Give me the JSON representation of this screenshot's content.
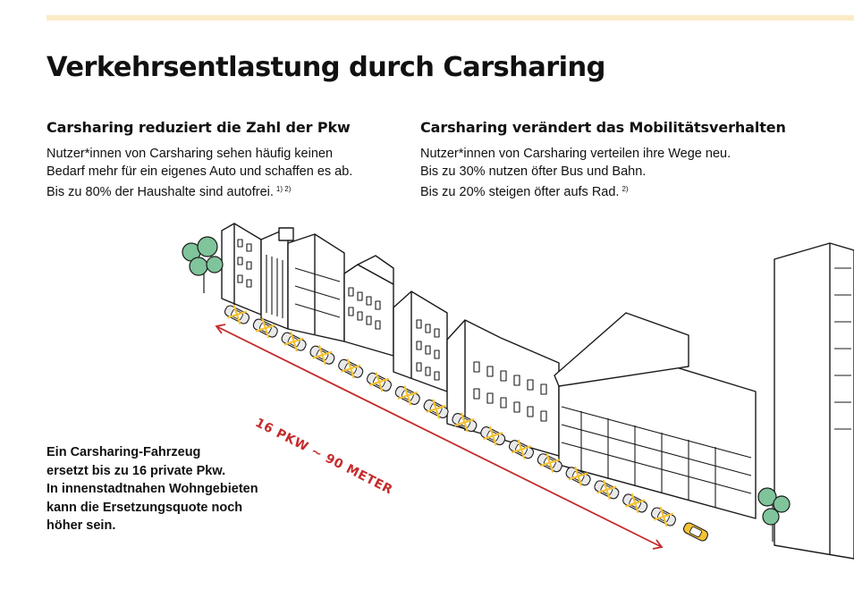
{
  "title": "Verkehrsentlastung durch Carsharing",
  "left": {
    "heading": "Carsharing reduziert die Zahl der Pkw",
    "lines": [
      "Nutzer*innen von Carsharing sehen häufig keinen",
      "Bedarf mehr für ein eigenes Auto und schaffen es ab.",
      "Bis zu 80% der Haushalte sind autofrei."
    ],
    "footnote": "1) 2)"
  },
  "right": {
    "heading": "Carsharing verändert das Mobilitätsverhalten",
    "lines": [
      "Nutzer*innen von Carsharing verteilen ihre Wege neu.",
      "Bis zu 30% nutzen öfter Bus und Bahn.",
      "Bis zu 20% steigen öfter aufs Rad."
    ],
    "footnote": "2)"
  },
  "callout": [
    "Ein Carsharing-Fahrzeug",
    "ersetzt bis zu 16 private Pkw.",
    "In innenstadtnahen Wohngebieten",
    "kann die Ersetzungsquote noch",
    "höher sein."
  ],
  "measure_label": "16 PKW ~ 90 METER",
  "replaced_cars": 16,
  "colors": {
    "accent_red": "#c42c2c",
    "car_yellow": "#f5c233",
    "tree_green": "#7fc49a",
    "top_rule": "#fcebc7"
  }
}
